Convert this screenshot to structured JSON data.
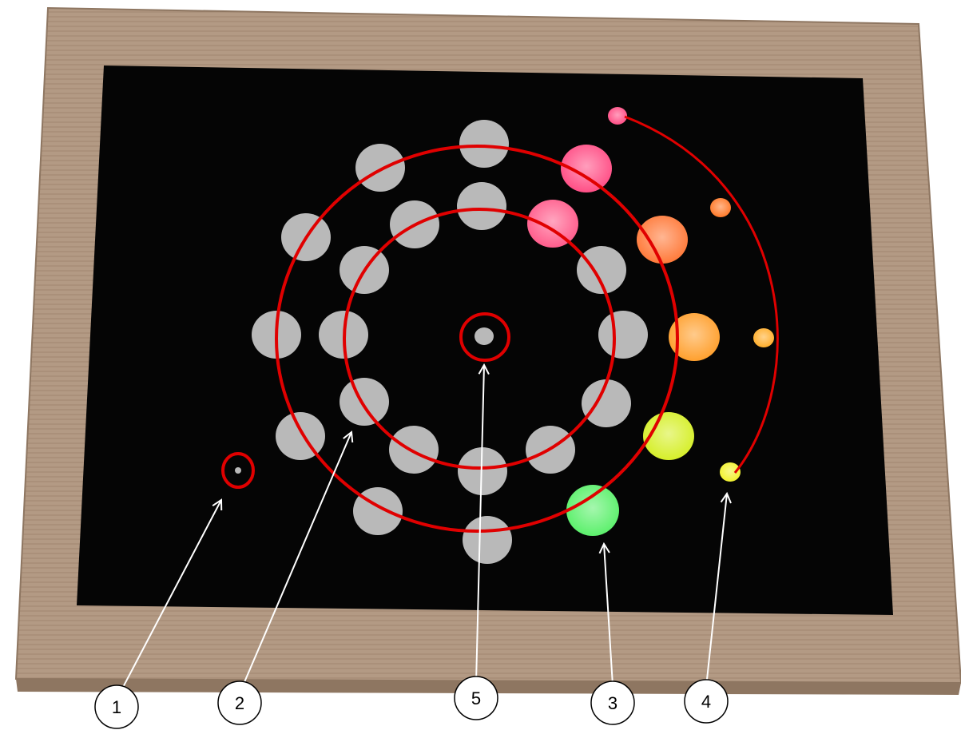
{
  "colors": {
    "frame": "#b39a84",
    "frame_dark": "#8e7661",
    "screen": "#050505",
    "gray_dot": "#b9b9b9",
    "highlight": "#e00000",
    "arrow": "#ffffff",
    "callout_fill": "#ffffff",
    "callout_stroke": "#000000"
  },
  "colored_dots": [
    {
      "name": "large-pink-dot",
      "color": "#ff4f86"
    },
    {
      "name": "large-pink-dot",
      "color": "#ff5d8c"
    },
    {
      "name": "large-orange-dot",
      "color": "#ff7a3a"
    },
    {
      "name": "large-orange-dot",
      "color": "#ffa02e"
    },
    {
      "name": "large-yellow-green-dot",
      "color": "#d6ef2a"
    },
    {
      "name": "large-green-dot",
      "color": "#5cf06c"
    },
    {
      "name": "small-pink-dot",
      "color": "#ff4f86"
    },
    {
      "name": "small-orange-dot",
      "color": "#ff7a2a"
    },
    {
      "name": "small-orange-dot",
      "color": "#ffae2c"
    },
    {
      "name": "small-yellow-dot",
      "color": "#f2f22e"
    }
  ],
  "callouts": [
    {
      "label": "1"
    },
    {
      "label": "2"
    },
    {
      "label": "5"
    },
    {
      "label": "3"
    },
    {
      "label": "4"
    }
  ]
}
